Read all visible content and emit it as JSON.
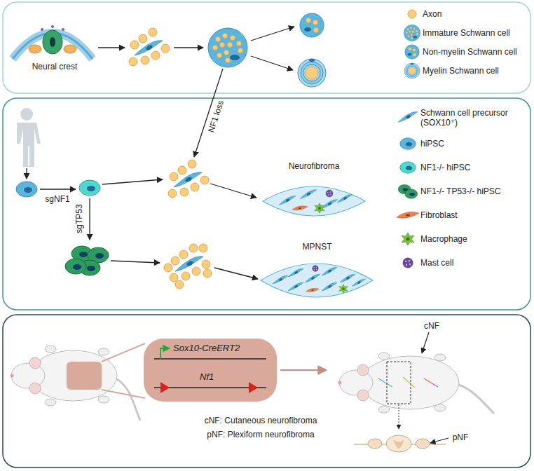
{
  "diagram": {
    "nodes": [
      {
        "text": [
          "Neural crest"
        ]
      },
      {
        "text": [
          "Neurofibroma"
        ]
      },
      {
        "text": [
          "MPNST"
        ]
      },
      {
        "text": [
          "Sox10-CreERT2",
          "Nf1"
        ]
      }
    ],
    "labels": [
      "sgNF1",
      "sgTP53",
      "NF1 loss",
      "cNF",
      "pNF",
      "cNF: Cutaneous neurofibroma",
      "pNF: Plexiform neurofibroma"
    ],
    "legend": [
      {
        "text": "Axon"
      },
      {
        "text": "Immature Schwann cell"
      },
      {
        "text": "Non-myelin Schwann cell"
      },
      {
        "text": "Myelin Schwann cell"
      },
      {
        "text": "Schwann cell precursor (SOX10⁺)"
      },
      {
        "text": "hiPSC"
      },
      {
        "text": "NF1-/- hiPSC"
      },
      {
        "text": "NF1-/- TP53-/- hiPSC"
      },
      {
        "text": "Fibroblast"
      },
      {
        "text": "Macrophage"
      },
      {
        "text": "Mast cell"
      }
    ]
  }
}
